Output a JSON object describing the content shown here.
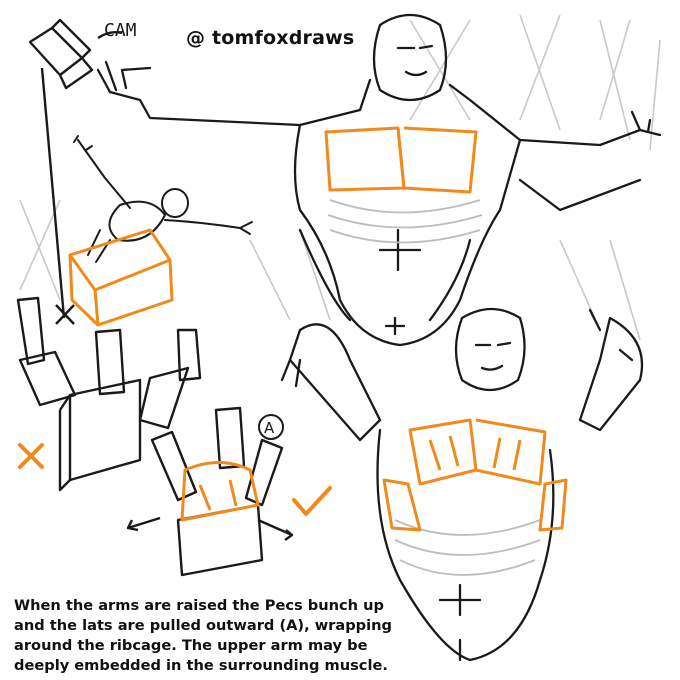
{
  "watermark": {
    "handle": "@ tomfoxdraws"
  },
  "labels": {
    "camera": "CAM",
    "marker_a": "A"
  },
  "caption": {
    "lines": [
      "When the arms are raised the Pecs bunch up",
      "and the lats are pulled outward (A), wrapping",
      "around the ribcage. The upper arm may be",
      "deeply embedded in the surrounding muscle."
    ]
  },
  "colors": {
    "ink": "#1a1a1a",
    "muscle_highlight": "#f08a1c",
    "guide": "#bdbdbd",
    "shade": "#d9d9d9"
  },
  "marks": {
    "wrong": "cross-mark",
    "correct": "check-mark"
  }
}
